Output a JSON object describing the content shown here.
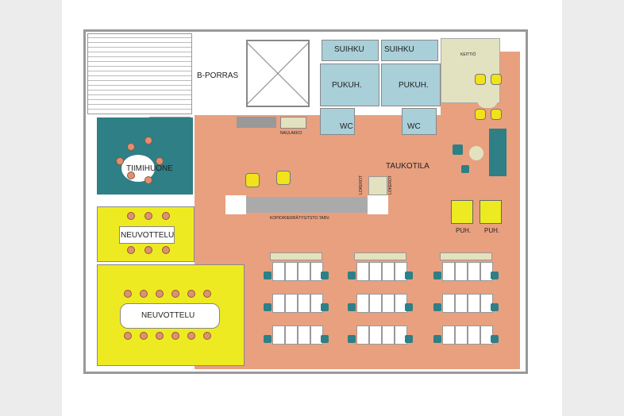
{
  "rooms": {
    "stairs": "B-PORRAS",
    "shower1": "SUIHKU",
    "shower2": "SUIHKU",
    "changing1": "PUKUH.",
    "changing2": "PUKUH.",
    "wc1": "WC",
    "wc2": "WC",
    "kitchen": "KEITTIÖ",
    "coat_rack": "NAULAKKO",
    "break_room": "TAUKOTILA",
    "team_room": "TIIMIHUONE",
    "meeting_small": "NEUVOTTELU",
    "meeting_large": "NEUVOTTELU",
    "copy": "KOPIO/KIERRÄTYS/TSTO.TARV.",
    "lockers1": "LOKEROT",
    "lockers2": "LOKEROT",
    "phone1": "PUH.",
    "phone2": "PUH."
  },
  "colors": {
    "open_office": "#e8a07f",
    "meeting": "#eeea22",
    "team": "#2e7f86",
    "wet": "#a9cfd9",
    "kitchen": "#e3e2c0"
  }
}
